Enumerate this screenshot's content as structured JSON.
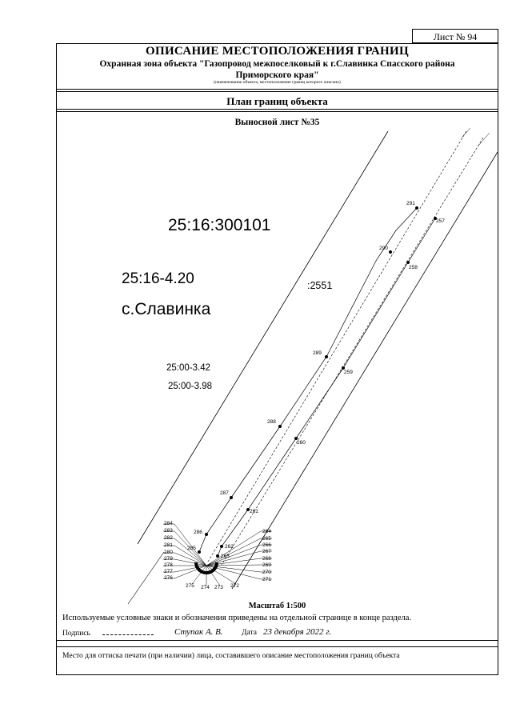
{
  "header": {
    "sheet_number": "Лист № 94",
    "title": "ОПИСАНИЕ МЕСТОПОЛОЖЕНИЯ ГРАНИЦ",
    "subtitle_line1": "Охранная зона объекта \"Газопровод межпоселковый к г.Славинка Спасского района",
    "subtitle_line2": "Приморского края\"",
    "caption": "(наименование объекта, местоположение границ которого описано)"
  },
  "plan": {
    "title": "План границ объекта",
    "sheet_label": "Выносной лист №35"
  },
  "map_labels": {
    "cadastral_quarter": "25:16:300101",
    "zone": "25:16-4.20",
    "settlement": "с.Славинка",
    "parcel": ":2551",
    "zone_a": "25:00-3.42",
    "zone_b": "25:00-3.98"
  },
  "points": {
    "upper_left": [
      "291",
      "290",
      "289",
      "288",
      "287",
      "286",
      "285"
    ],
    "upper_right": [
      "257",
      "258",
      "259",
      "260",
      "261",
      "262",
      "263"
    ],
    "fan_left": [
      "284",
      "283",
      "282",
      "281",
      "280",
      "279",
      "278",
      "277",
      "276"
    ],
    "fan_right": [
      "264",
      "265",
      "266",
      "267",
      "268",
      "269",
      "270",
      "271"
    ],
    "fan_bottom": [
      "275",
      "274",
      "273",
      "272"
    ]
  },
  "footer": {
    "scale": "Масштаб 1:500",
    "legend_note": "Используемые условные знаки и обозначения приведены на отдельной странице в конце раздела.",
    "signature_label": "Подпись",
    "signer": "Ступак А. В.",
    "date_label": "Дата",
    "date_value": "23 декабря 2022 г.",
    "stamp_note": "Место для оттиска печати (при наличии) лица, составившего описание местоположения границ объекта"
  }
}
